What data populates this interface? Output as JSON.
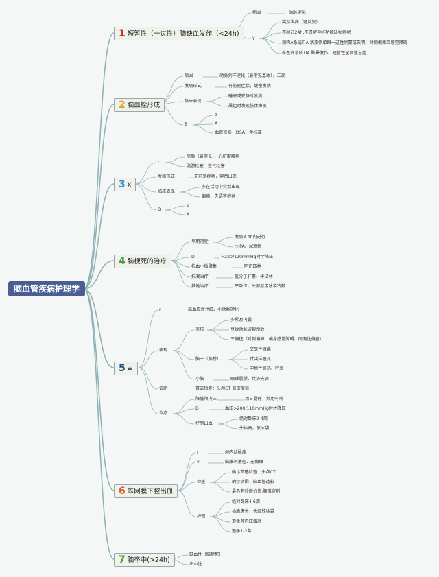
{
  "root": "脑血管疾病护理学",
  "colors": {
    "root_bg": "#4b5e94",
    "link": "#8fb2b5",
    "topic_bg": "#eef2ea"
  },
  "topics": [
    {
      "num": "1",
      "num_color": "#c9302c",
      "label": "短暂性（一过性）脑缺血发作（<24h)"
    },
    {
      "num": "2",
      "num_color": "#e8a21c",
      "label": "脑血栓形成"
    },
    {
      "num": "3",
      "num_color": "#2f8fd0",
      "label": "x"
    },
    {
      "num": "4",
      "num_color": "#4a9c3a",
      "label": "脑梗死的治疗"
    },
    {
      "num": "5",
      "num_color": "#1f4d8a",
      "label": "w"
    },
    {
      "num": "6",
      "num_color": "#d9572a",
      "label": "蛛网膜下腔出血"
    },
    {
      "num": "7",
      "num_color": "#4a9c3a",
      "label": "脑卒中(>24h)"
    }
  ],
  "nodes": [
    "病因",
    "动脉硬化",
    "y",
    "突然发病（可反复）",
    "不超过24h,不遗留神经功能缺损症状",
    "颈内A系统TIA 病变侧单眼一过性黑蒙或失明，对侧偏瘫及感觉障碍",
    "椎基底系统TIA 眩晕发作、短暂性全面遗忘症",
    "病因",
    "动脉粥样硬化（最常见基本），三高",
    "发病形式",
    "有前驱症状，缓慢发病",
    "临床表现",
    "睡眠或安静时发病",
    "晨起时发现肢体瘫痪",
    "B",
    "z",
    "A",
    "血管造影（DSA）金标准",
    "r",
    "房颤（最常见）、心脏瓣膜病",
    "脂肪栓塞、空气栓塞",
    "发病形式",
    "无前驱症状，突然出现",
    "临床表现",
    "多在活动中突然出现",
    "偏瘫、失语等症状",
    "B",
    "z",
    "A",
    "早期溶栓",
    "发病3-4h内进行",
    "rt-PA、尿激酶",
    "D",
    ">220/120mmHg时才降压",
    "抗血小板聚集",
    "阿司匹林",
    "抗凝治疗",
    "低分子肝素、华法林",
    "其他治疗",
    "平卧位，头部禁用冰袋冷敷",
    "r",
    "高血压合并细、小动脉硬化",
    "表现",
    "壳核",
    "多累及内囊",
    "豆纹动脉破裂所致",
    "三偏征（对侧偏瘫、偏身感觉障碍、同向性偏盲）",
    "脑干（脑桥）",
    "交叉性瘫痪",
    "针尖样瞳孔",
    "中枢性高热、呼衰",
    "小脑",
    "眼球震颤、共济失调",
    "诊断",
    "首选检查：头颅CT 高密度影",
    "治疗",
    "降低颅内压",
    "用甘露醇，禁用吗啡",
    "D",
    "血压>200/110mmHg时才降压",
    "控制出血",
    "绝对卧床2-4周",
    "头抬高，放冰袋",
    "r",
    "颅内动脉瘤",
    "y",
    "脑膜刺激征、无偏瘫",
    "检查",
    "确诊首选检查：头颅CT",
    "确诊病因：脑血管造影",
    "最具有诊断价值:腰椎穿刺",
    "护理",
    "绝对卧床4-6周",
    "抬高床头，头部放冰袋",
    "避免颅内压增高",
    "避孕1-2年",
    "缺血性（脑梗死）",
    "出血性"
  ]
}
